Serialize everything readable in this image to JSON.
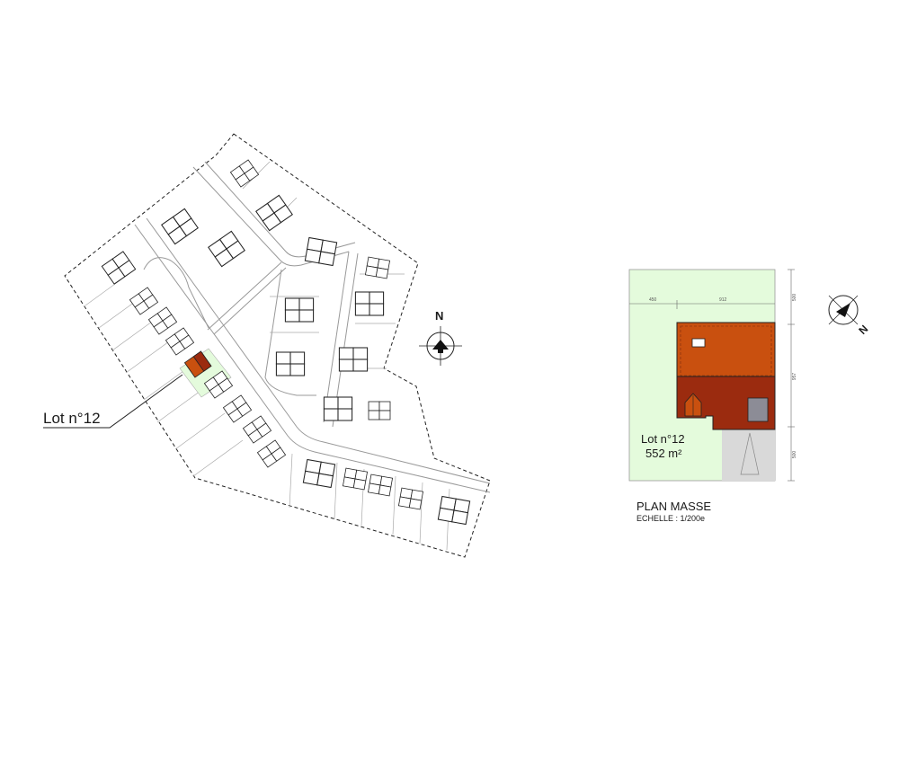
{
  "site_plan": {
    "lot_label": "Lot n°12",
    "north_label": "N"
  },
  "plan_masse": {
    "title": "PLAN MASSE",
    "scale": "ECHELLE : 1/200e",
    "lot_label": "Lot n°12",
    "lot_area": "552 m²",
    "dimensions": {
      "left_offset": "450",
      "house_width": "912",
      "top_setback": "500",
      "house_depth": "957",
      "bottom_setback": "500"
    },
    "north_label": "N"
  },
  "colors": {
    "lot_green": "#e4fbdc",
    "roof_orange": "#c9500f",
    "roof_dark": "#9b2b0f",
    "driveway": "#d9d9d9",
    "line": "#222222"
  }
}
